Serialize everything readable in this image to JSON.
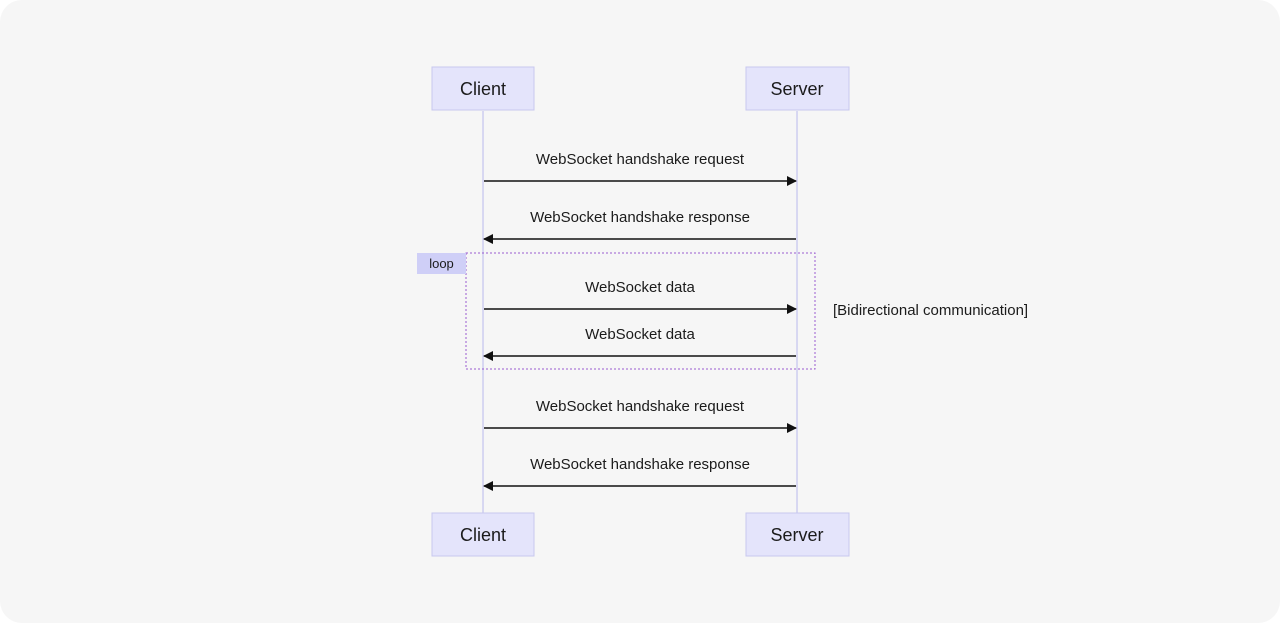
{
  "participants": {
    "client_label": "Client",
    "server_label": "Server"
  },
  "messages": [
    {
      "from": "Client",
      "to": "Server",
      "label": "WebSocket handshake request"
    },
    {
      "from": "Server",
      "to": "Client",
      "label": "WebSocket handshake response"
    },
    {
      "from": "Client",
      "to": "Server",
      "label": "WebSocket data"
    },
    {
      "from": "Server",
      "to": "Client",
      "label": "WebSocket data"
    },
    {
      "from": "Client",
      "to": "Server",
      "label": "WebSocket handshake request"
    },
    {
      "from": "Server",
      "to": "Client",
      "label": "WebSocket handshake response"
    }
  ],
  "loop": {
    "label": "loop",
    "condition": "[Bidirectional communication]"
  },
  "colors": {
    "background": "#f6f6f6",
    "participant_fill": "#e4e4fb",
    "lifeline": "#c3c3ee",
    "arrow": "#111111",
    "loop_border": "#9a5cd0",
    "loop_tab": "#cfcff7"
  }
}
